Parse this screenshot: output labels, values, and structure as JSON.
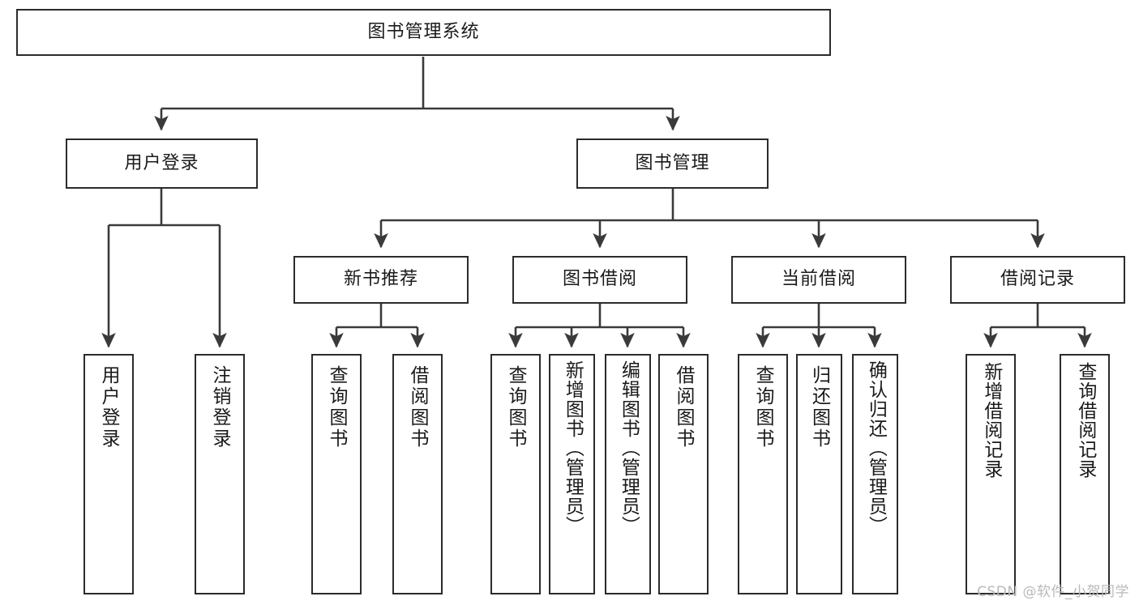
{
  "diagram": {
    "title": "图书管理系统",
    "type": "tree-hierarchy-chart",
    "watermark": "CSDN @软件_小贺同学",
    "colors": {
      "box_border": "#2b2b2b",
      "box_fill": "#ffffff",
      "edge": "#3a3a3a",
      "text": "#1a1a1a",
      "watermark": "#b9b9b9",
      "background": "#ffffff"
    }
  },
  "nodes": {
    "root": {
      "label": "图书管理系统"
    },
    "level2": [
      {
        "id": "user-login",
        "label": "用户登录"
      },
      {
        "id": "book-manage",
        "label": "图书管理"
      }
    ],
    "level3": [
      {
        "id": "new-book-recommend",
        "label": "新书推荐"
      },
      {
        "id": "book-borrow",
        "label": "图书借阅"
      },
      {
        "id": "current-borrow",
        "label": "当前借阅"
      },
      {
        "id": "borrow-record",
        "label": "借阅记录"
      }
    ],
    "leaves": {
      "user-login": [
        {
          "id": "leaf-user-login",
          "label": "用户登录"
        },
        {
          "id": "leaf-logout-login",
          "label": "注销登录"
        }
      ],
      "new-book-recommend": [
        {
          "id": "leaf-query-book-1",
          "label": "查询图书"
        },
        {
          "id": "leaf-borrow-book-1",
          "label": "借阅图书"
        }
      ],
      "book-borrow": [
        {
          "id": "leaf-query-book-2",
          "label": "查询图书"
        },
        {
          "id": "leaf-add-book-admin",
          "label": "新增图书（管理员）"
        },
        {
          "id": "leaf-edit-book-admin",
          "label": "编辑图书（管理员）"
        },
        {
          "id": "leaf-borrow-book-2",
          "label": "借阅图书"
        }
      ],
      "current-borrow": [
        {
          "id": "leaf-query-book-3",
          "label": "查询图书"
        },
        {
          "id": "leaf-return-book",
          "label": "归还图书"
        },
        {
          "id": "leaf-confirm-return-admin",
          "label": "确认归还（管理员）"
        }
      ],
      "borrow-record": [
        {
          "id": "leaf-add-borrow-record",
          "label": "新增借阅记录"
        },
        {
          "id": "leaf-query-borrow-record",
          "label": "查询借阅记录"
        }
      ]
    }
  }
}
